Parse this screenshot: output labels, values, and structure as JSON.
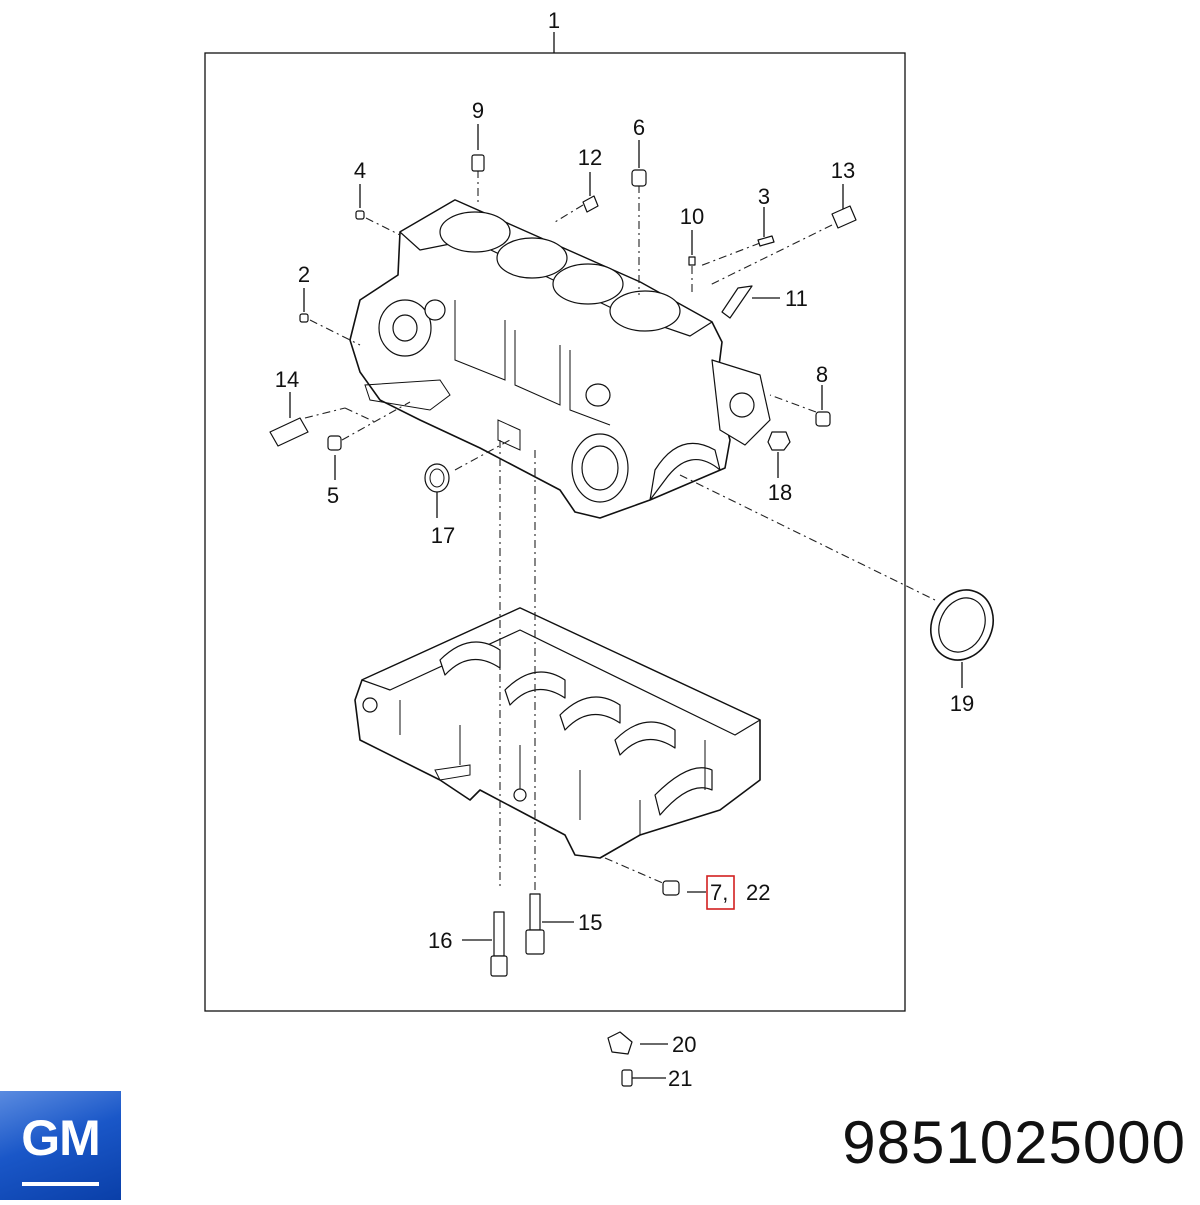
{
  "diagram": {
    "callouts": {
      "c1": "1",
      "c2": "2",
      "c3": "3",
      "c4": "4",
      "c5": "5",
      "c6": "6",
      "c7": "7,",
      "c22": "22",
      "c8": "8",
      "c9": "9",
      "c10": "10",
      "c11": "11",
      "c12": "12",
      "c13": "13",
      "c14": "14",
      "c15": "15",
      "c16": "16",
      "c17": "17",
      "c18": "18",
      "c19": "19",
      "c20": "20",
      "c21": "21"
    },
    "highlight_color": "#d22020"
  },
  "brand": {
    "logo_text": "GM",
    "logo_color": "#1a57c8"
  },
  "part_number": "9851025000"
}
